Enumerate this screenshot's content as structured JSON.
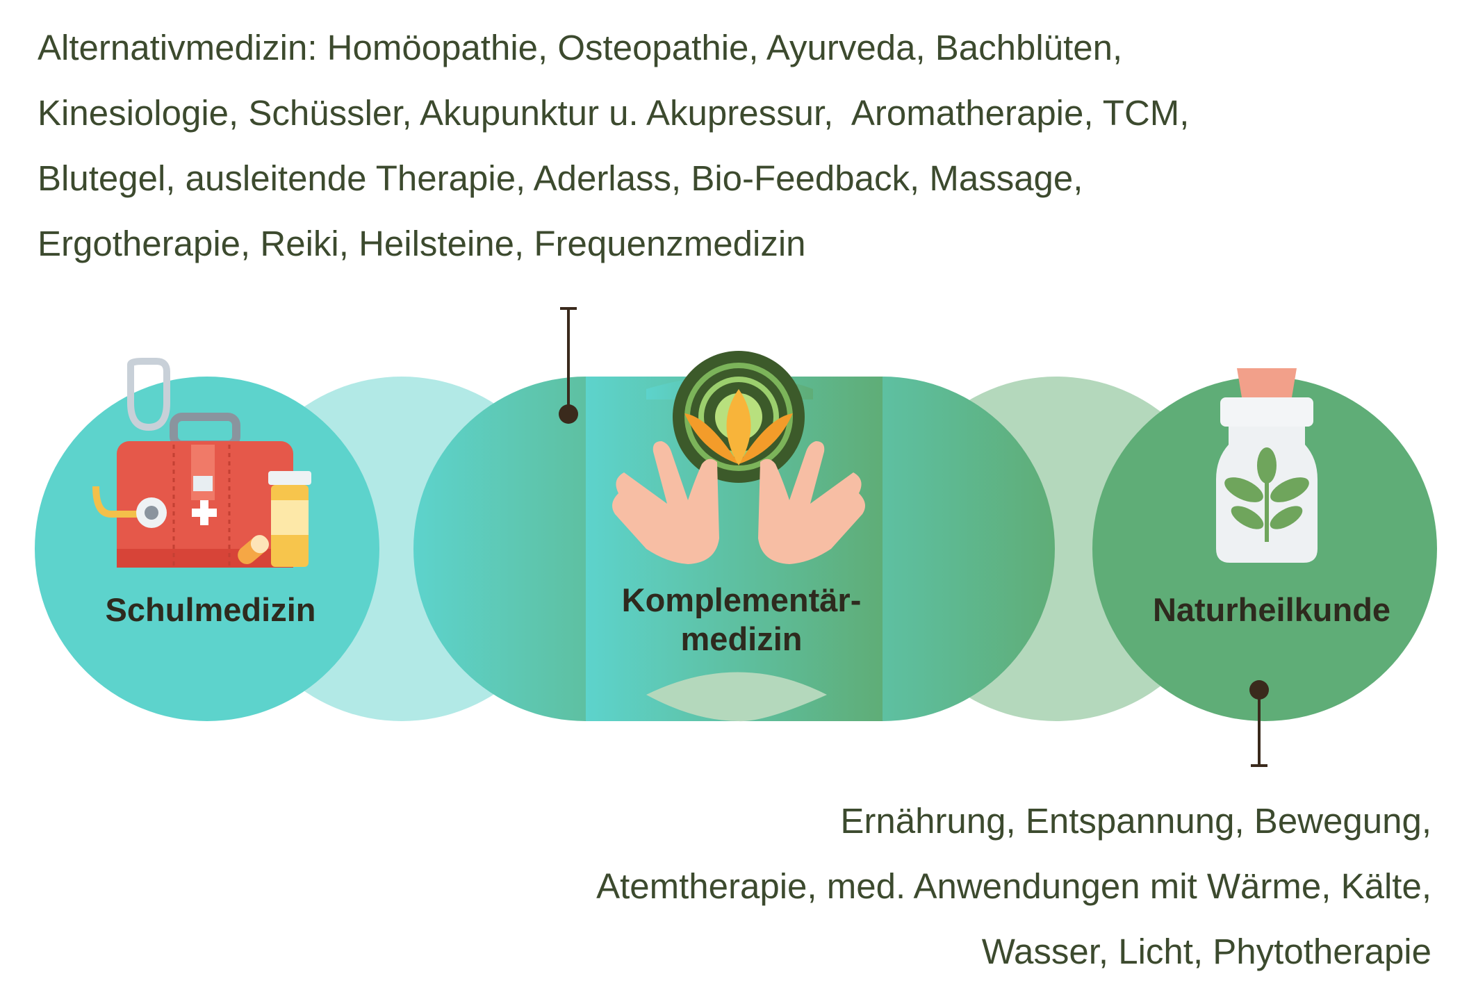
{
  "top_text": {
    "lines": [
      "Alternativmedizin: Homöopathie, Osteopathie, Ayurveda, Bachblüten,",
      "Kinesiologie, Schüssler, Akupunktur u. Akupressur,  Aromatherapie, TCM,",
      "Blutegel, ausleitende Therapie, Aderlass, Bio-Feedback, Massage,",
      "Ergotherapie, Reiki, Heilsteine, Frequenzmedizin"
    ]
  },
  "bottom_text": {
    "lines": [
      "Ernährung, Entspannung, Bewegung,",
      "Atemtherapie, med. Anwendungen mit Wärme, Kälte,",
      "Wasser, Licht, Phytotherapie"
    ]
  },
  "circles": {
    "schulmedizin": {
      "label": "Schulmedizin",
      "icon": "medical-kit-icon"
    },
    "komplementaer": {
      "label_line1": "Komplementär-",
      "label_line2": "medizin",
      "icon": "hands-lotus-icon"
    },
    "naturheilkunde": {
      "label": "Naturheilkunde",
      "icon": "herbal-bottle-icon"
    }
  },
  "colors": {
    "text": "#3c4a2e",
    "turquoise": "#5dd3cc",
    "light_turquoise": "#b2e9e6",
    "green": "#5fad77",
    "light_green": "#b4d8bc",
    "connector": "#3a2a1c"
  }
}
